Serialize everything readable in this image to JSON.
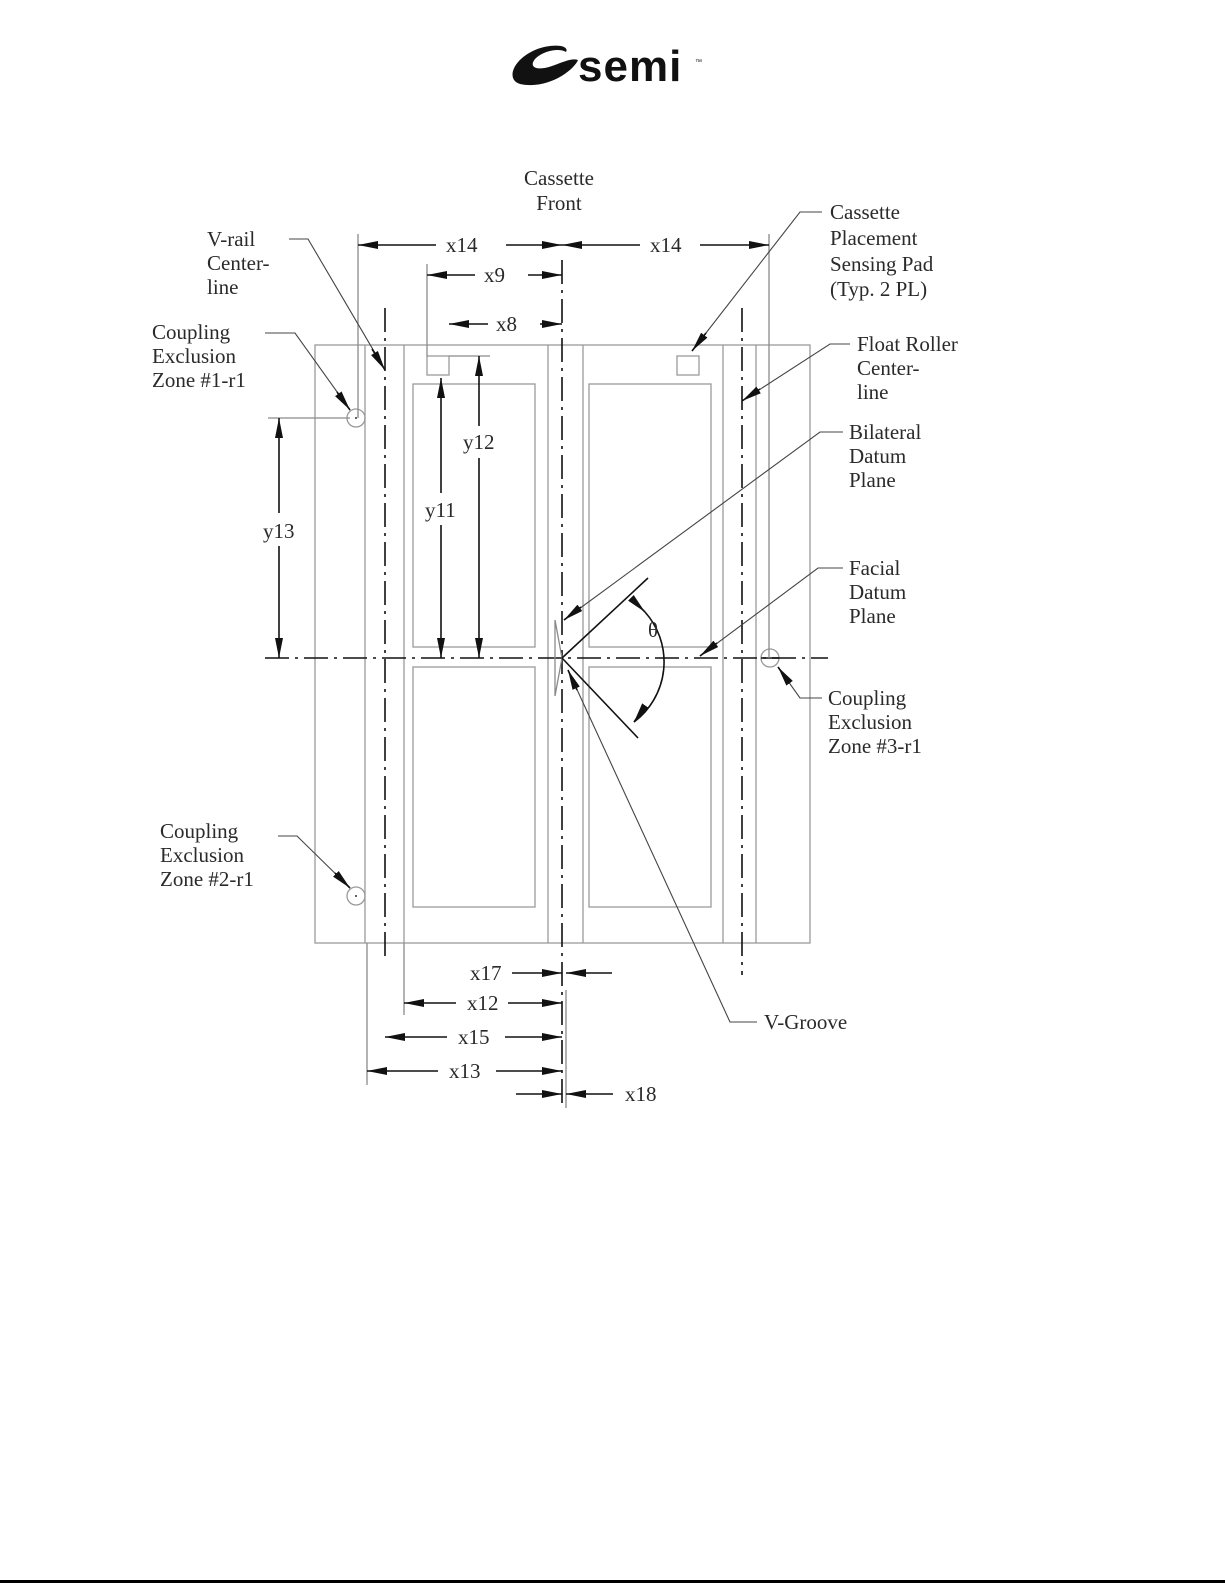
{
  "logo": {
    "wordmark": "semi",
    "trademark": "™"
  },
  "labels": {
    "cassette_front": [
      "Cassette",
      "Front"
    ],
    "v_rail_centerline": [
      "V-rail",
      "Center-",
      "line"
    ],
    "coupling_zone_1": [
      "Coupling",
      "Exclusion",
      "Zone #1-r1"
    ],
    "coupling_zone_2": [
      "Coupling",
      "Exclusion",
      "Zone #2-r1"
    ],
    "coupling_zone_3": [
      "Coupling",
      "Exclusion",
      "Zone #3-r1"
    ],
    "cassette_sensing_pad": [
      "Cassette",
      "Placement",
      "Sensing Pad",
      "(Typ. 2 PL)"
    ],
    "float_roller_centerline": [
      "Float Roller",
      "Center-",
      "line"
    ],
    "bilateral_datum_plane": [
      "Bilateral",
      "Datum",
      "Plane"
    ],
    "facial_datum_plane": [
      "Facial",
      "Datum",
      "Plane"
    ],
    "v_groove": "V-Groove",
    "theta": "θ"
  },
  "dimensions": {
    "x14_left": "x14",
    "x14_right": "x14",
    "x9": "x9",
    "x8": "x8",
    "y12": "y12",
    "y11": "y11",
    "y13": "y13",
    "x17": "x17",
    "x12": "x12",
    "x15": "x15",
    "x13": "x13",
    "x18": "x18"
  }
}
